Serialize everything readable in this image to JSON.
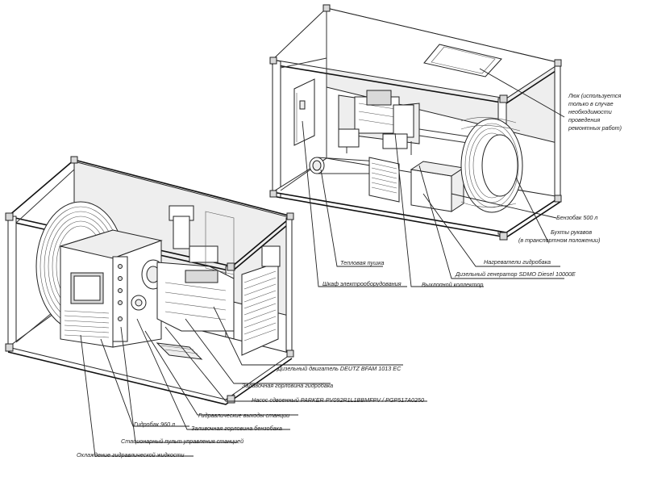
{
  "labels": {
    "hatch": [
      "Люк (используется",
      "только в случае",
      "необходимости",
      "проведения",
      "ремонтных работ)"
    ],
    "fuel_tank": "Бензобак 500 л",
    "hose_reels": [
      "Бухты рукавов",
      "(в транспортном положении)"
    ],
    "hydraulic_tank_heaters": "Нагреватели гидробака",
    "diesel_generator": "Дизельный генератор SDMO Diesel 10000E",
    "exhaust_collector": "Выхлопной коллектор",
    "heat_gun": "Тепловая пушка",
    "electrical_cabinet": "Шкаф электрооборудования",
    "diesel_engine": "Дизельный двигатель DEUTZ BFAM 1013 EC",
    "hydraulic_tank_filler": "Заливочная горловина гидробака",
    "pump": "Насос сдвоенный PARKER PV092R1L1BBMFPV / PGP517A0250",
    "station_outlets": "Гидравлические выходы станции",
    "fuel_tank_filler": "Заливочная горловина бензобака",
    "hydraulic_tank": "Гидробак 960 л",
    "control_panel": "Стационарный пульт управления станцией",
    "fluid_cooling": "Охлаждение гидравлической жидкости"
  }
}
